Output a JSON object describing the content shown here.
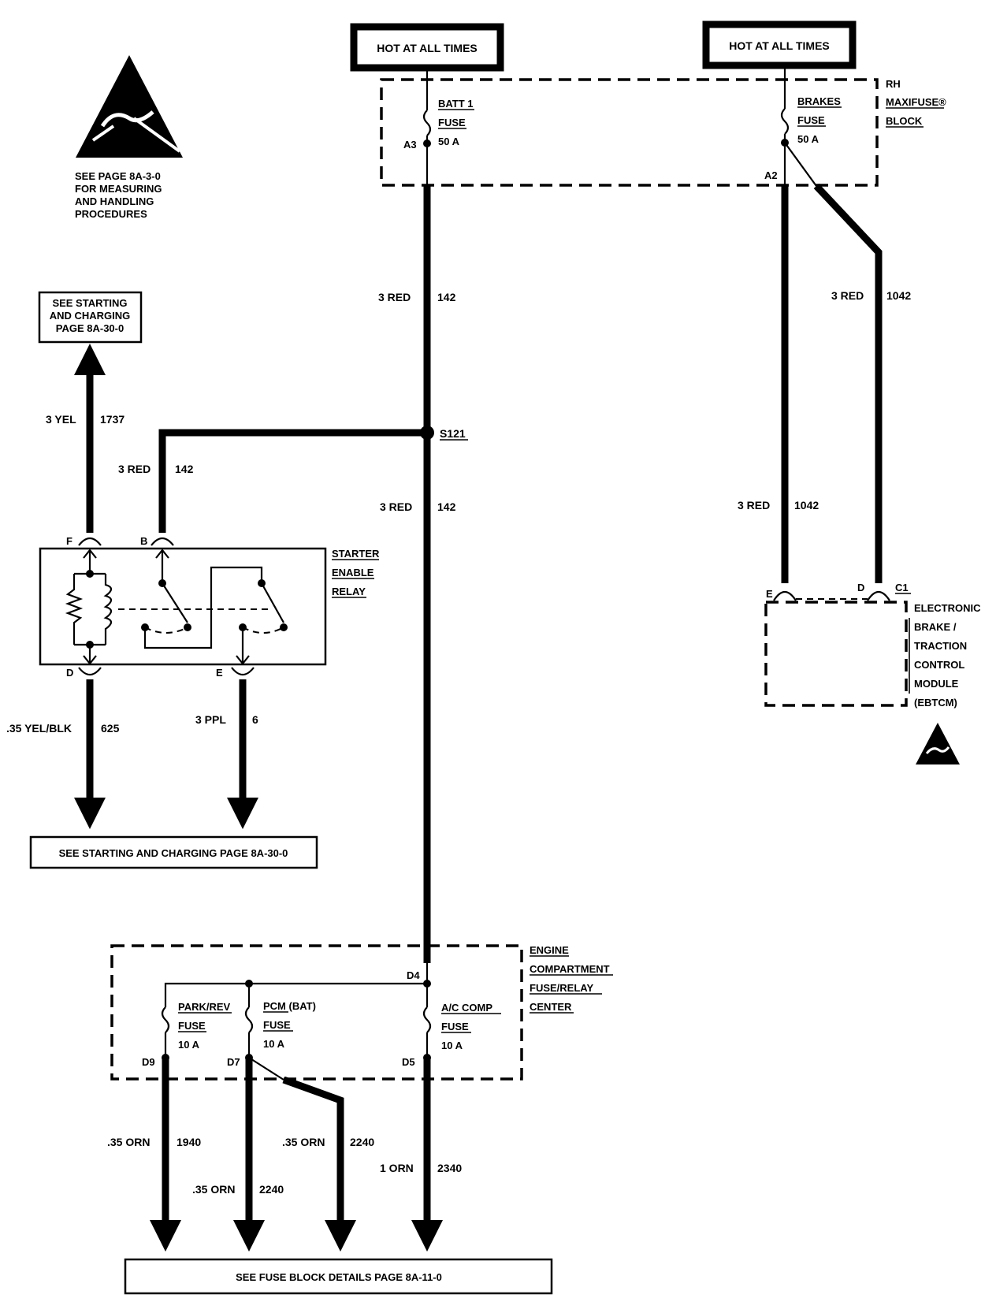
{
  "hot_labels": [
    "HOT AT ALL TIMES",
    "HOT AT ALL TIMES"
  ],
  "esd_notice": [
    "SEE PAGE 8A-3-0",
    "FOR MEASURING",
    "AND HANDLING",
    "PROCEDURES"
  ],
  "see_starting_top": [
    "SEE STARTING",
    "AND CHARGING",
    "PAGE 8A-30-0"
  ],
  "see_starting_bottom": "SEE STARTING AND CHARGING PAGE 8A-30-0",
  "see_fuse_block": "SEE FUSE BLOCK DETAILS PAGE 8A-11-0",
  "maxifuse_block": [
    "RH",
    "MAXIFUSE®",
    "BLOCK"
  ],
  "fuses": {
    "batt1": [
      "BATT 1",
      "FUSE",
      "50 A"
    ],
    "brakes": [
      "BRAKES",
      "FUSE",
      "50 A"
    ],
    "park_rev": [
      "PARK/REV",
      "FUSE",
      "10 A"
    ],
    "pcm_bat": [
      "PCM (BAT)",
      "FUSE",
      "10 A"
    ],
    "ac_comp": [
      "A/C COMP",
      "FUSE",
      "10 A"
    ]
  },
  "terminals": {
    "a3": "A3",
    "a2": "A2",
    "f": "F",
    "b": "B",
    "d": "D",
    "e": "E",
    "ebtcm_e": "E",
    "ebtcm_d": "D",
    "c1": "C1",
    "d4": "D4",
    "d9": "D9",
    "d7": "D7",
    "d5": "D5"
  },
  "splice": "S121",
  "relay_name": [
    "STARTER",
    "ENABLE",
    "RELAY"
  ],
  "ebtcm_name": [
    "ELECTRONIC",
    "BRAKE /",
    "TRACTION",
    "CONTROL",
    "MODULE",
    "(EBTCM)"
  ],
  "engine_center": [
    "ENGINE",
    "COMPARTMENT",
    "FUSE/RELAY",
    "CENTER"
  ],
  "wires": {
    "w142_top": {
      "size": "3 RED",
      "circuit": "142"
    },
    "w142_mid": {
      "size": "3 RED",
      "circuit": "142"
    },
    "w142_relay": {
      "size": "3 RED",
      "circuit": "142"
    },
    "w1042_right": {
      "size": "3 RED",
      "circuit": "1042"
    },
    "w1042_left": {
      "size": "3 RED",
      "circuit": "1042"
    },
    "w1737": {
      "size": "3 YEL",
      "circuit": "1737"
    },
    "w625": {
      "size": ".35 YEL/BLK",
      "circuit": "625"
    },
    "w6": {
      "size": "3 PPL",
      "circuit": "6"
    },
    "w1940": {
      "size": ".35 ORN",
      "circuit": "1940"
    },
    "w2240_a": {
      "size": ".35 ORN",
      "circuit": "2240"
    },
    "w2240_b": {
      "size": ".35 ORN",
      "circuit": "2240"
    },
    "w2340": {
      "size": "1 ORN",
      "circuit": "2340"
    }
  }
}
